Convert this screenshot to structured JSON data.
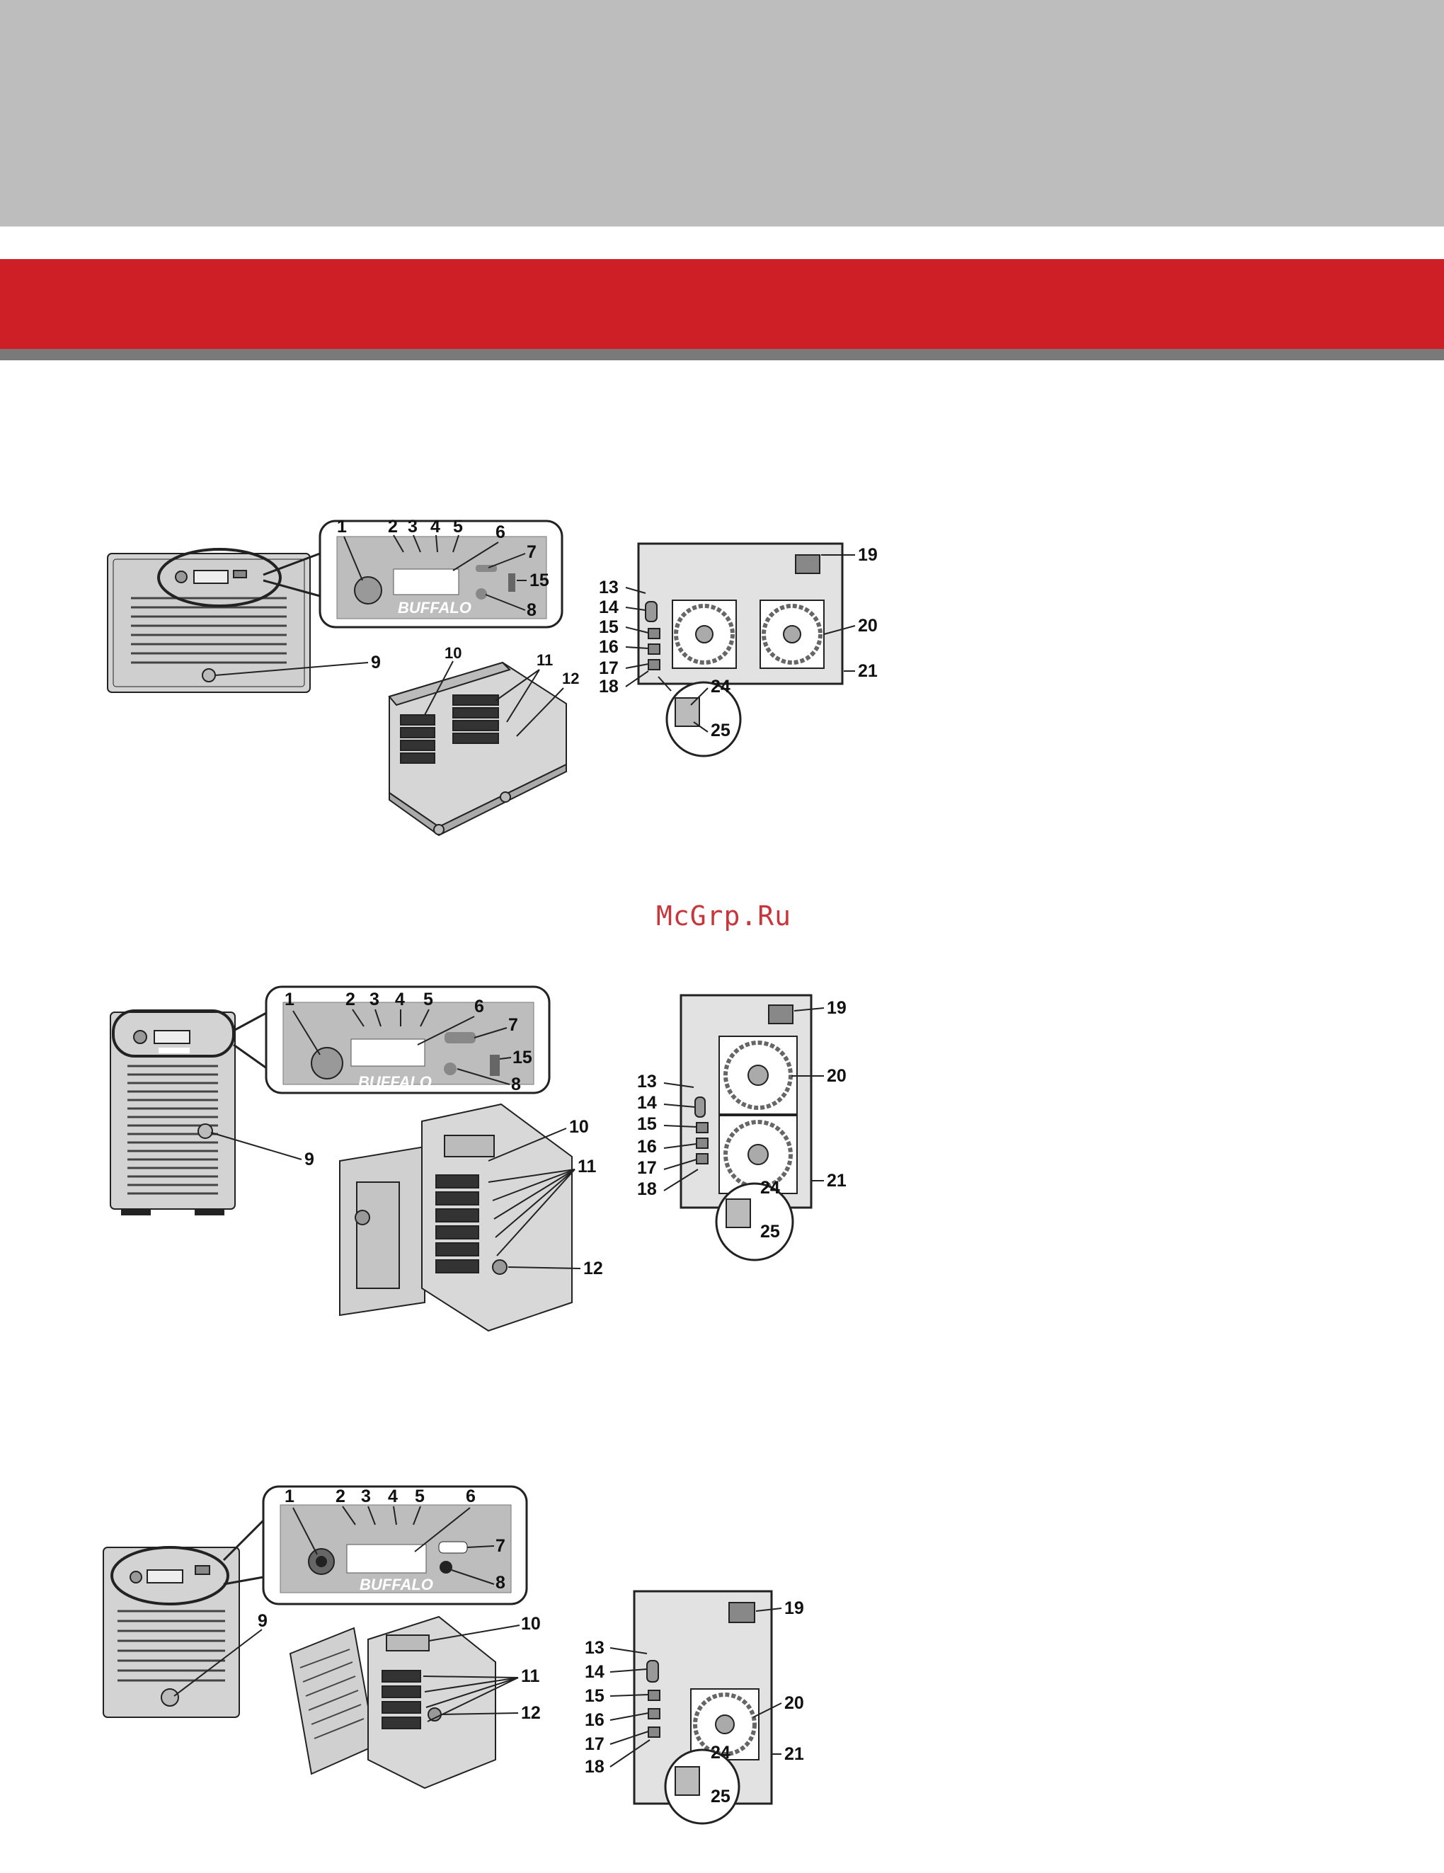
{
  "watermark": "McGrp.Ru",
  "brand": "BUFFALO",
  "diagrams": [
    {
      "name": "desktop-4-bay",
      "callouts": [
        "1",
        "2",
        "3",
        "4",
        "5",
        "6",
        "7",
        "8",
        "15",
        "9",
        "10",
        "11",
        "12",
        "13",
        "14",
        "15",
        "16",
        "17",
        "18",
        "19",
        "20",
        "21",
        "24",
        "25"
      ]
    },
    {
      "name": "tower-6-bay",
      "callouts": [
        "1",
        "2",
        "3",
        "4",
        "5",
        "6",
        "7",
        "8",
        "15",
        "9",
        "10",
        "11",
        "12",
        "13",
        "14",
        "15",
        "16",
        "17",
        "18",
        "19",
        "20",
        "21",
        "24",
        "25"
      ]
    },
    {
      "name": "compact-4-bay",
      "callouts": [
        "1",
        "2",
        "3",
        "4",
        "5",
        "6",
        "7",
        "8",
        "9",
        "10",
        "11",
        "12",
        "13",
        "14",
        "15",
        "16",
        "17",
        "18",
        "19",
        "20",
        "21",
        "24",
        "25"
      ]
    }
  ]
}
